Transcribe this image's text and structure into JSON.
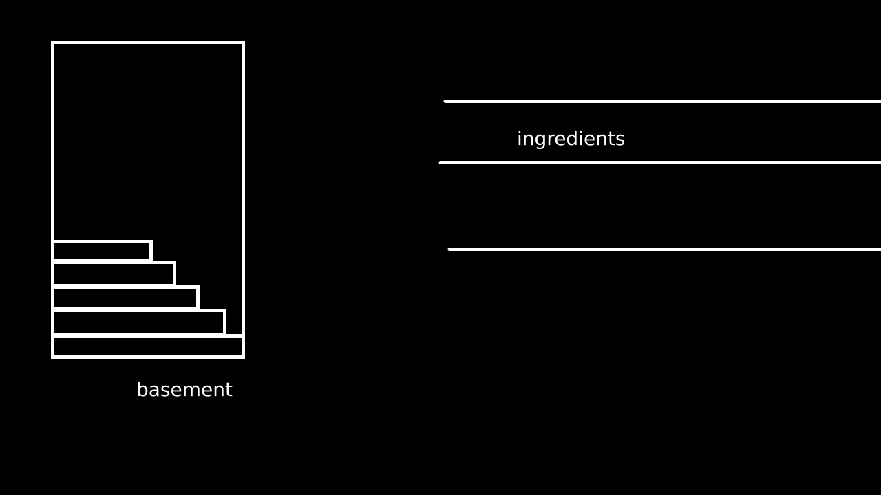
{
  "labels": {
    "basement": "basement",
    "ingredients": "ingredients"
  },
  "colors": {
    "background": "#000000",
    "stroke": "#ffffff",
    "text": "#ffffff"
  },
  "basement": {
    "stair_steps": 5
  },
  "shelf_lines": 3
}
